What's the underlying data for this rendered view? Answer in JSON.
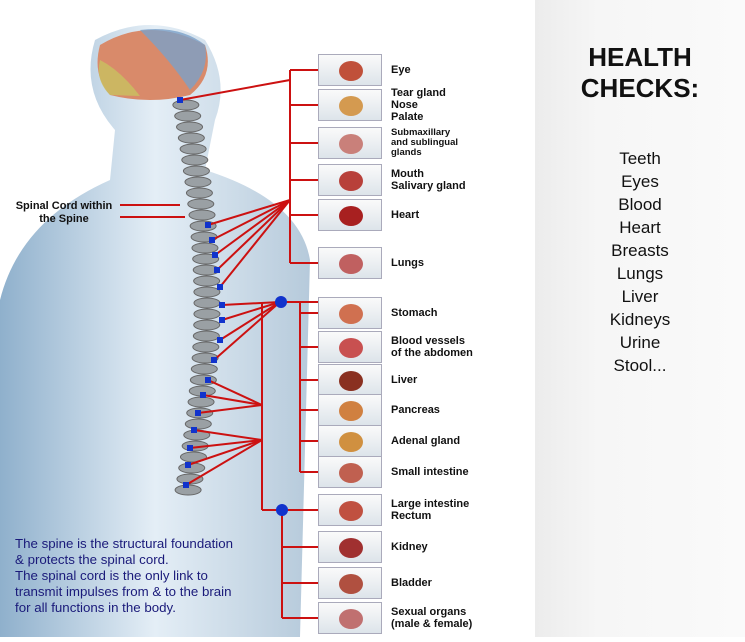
{
  "spinal_label": "Spinal Cord within the Spine",
  "note": [
    "The spine is the structural foundation",
    "& protects the spinal cord.",
    "The spinal cord is the only link to",
    "transmit impulses from & to the brain",
    "for all functions in the body."
  ],
  "organs": [
    {
      "label": "Eye",
      "color": "#c0503a"
    },
    {
      "label": "Tear gland\nNose\nPalate",
      "color": "#d49a50"
    },
    {
      "label": "Submaxillary\nand sublingual\nglands",
      "color": "#c9807a"
    },
    {
      "label": "Mouth\nSalivary gland",
      "color": "#b8403a"
    },
    {
      "label": "Heart",
      "color": "#a82020"
    },
    {
      "label": "Lungs",
      "color": "#c06060"
    },
    {
      "label": "Stomach",
      "color": "#d07050"
    },
    {
      "label": "Blood vessels\nof the abdomen",
      "color": "#c85050"
    },
    {
      "label": "Liver",
      "color": "#8a3020"
    },
    {
      "label": "Pancreas",
      "color": "#d08040"
    },
    {
      "label": "Adenal gland",
      "color": "#d09040"
    },
    {
      "label": "Small intestine",
      "color": "#c06050"
    },
    {
      "label": "Large intestine\nRectum",
      "color": "#c05040"
    },
    {
      "label": "Kidney",
      "color": "#a03030"
    },
    {
      "label": "Bladder",
      "color": "#b05040"
    },
    {
      "label": "Sexual organs\n(male & female)",
      "color": "#c07070"
    }
  ],
  "right": {
    "title": [
      "HEALTH",
      "CHECKS:"
    ],
    "checks": [
      "Teeth",
      "Eyes",
      "Blood",
      "Heart",
      "Breasts",
      "Lungs",
      "Liver",
      "Kidneys",
      "Urine",
      "Stool..."
    ]
  },
  "colors": {
    "nerve": "#cc1111",
    "node": "#1133cc",
    "note": "#1a1a7a"
  }
}
